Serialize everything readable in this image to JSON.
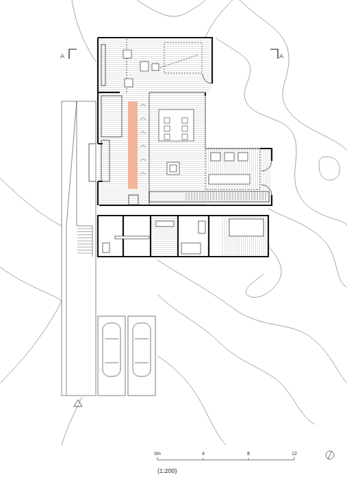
{
  "diagram": {
    "labels": [
      "A",
      "A",
      "0m",
      "4",
      "8",
      "12",
      "(1:200)"
    ]
  }
}
